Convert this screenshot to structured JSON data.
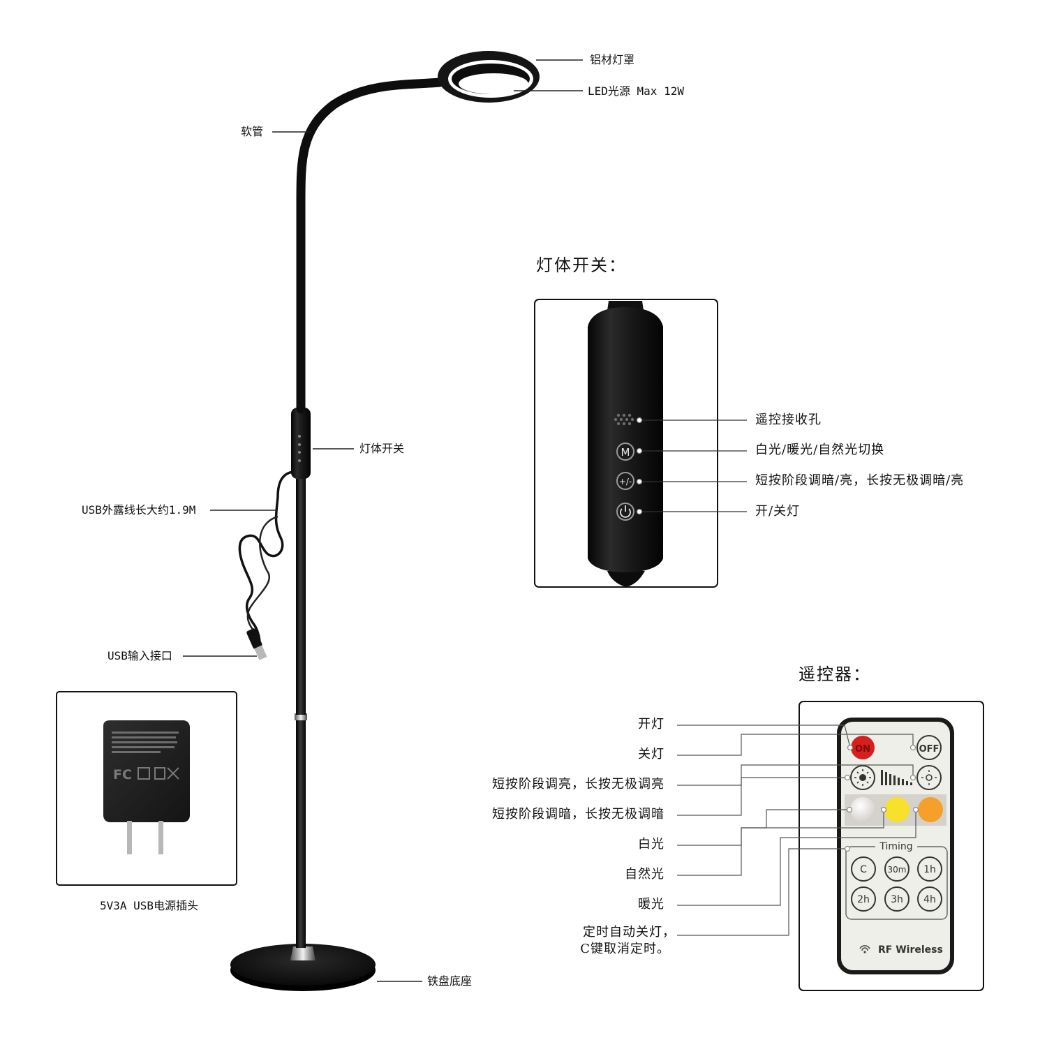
{
  "lamp": {
    "labels": {
      "shade": "铝材灯罩",
      "led": "LED光源  Max 12W",
      "hose": "软管",
      "switch": "灯体开关",
      "usb_cable": "USB外露线长大约1.9M",
      "usb_input": "USB输入接口",
      "base": "铁盘底座"
    }
  },
  "adapter": {
    "caption": "5V3A USB电源插头",
    "fc_mark": "FC"
  },
  "switch_panel": {
    "heading": "灯体开关：",
    "labels": {
      "receiver": "遥控接收孔",
      "mode": "白光/暖光/自然光切换",
      "dim": "短按阶段调暗/亮，长按无极调暗/亮",
      "power": "开/关灯"
    },
    "buttons": {
      "mode": "M",
      "dim": "+/-"
    }
  },
  "remote": {
    "heading": "遥控器：",
    "labels": {
      "on": "开灯",
      "off": "关灯",
      "brighter": "短按阶段调亮，长按无极调亮",
      "dimmer": "短按阶段调暗，长按无极调暗",
      "white": "白光",
      "natural": "自然光",
      "warm": "暖光",
      "timer_line1": "定时自动关灯，",
      "timer_line2": "C键取消定时。"
    },
    "buttons": {
      "on": "ON",
      "off": "OFF",
      "timing": "Timing",
      "c": "C",
      "t30": "30m",
      "t1h": "1h",
      "t2h": "2h",
      "t3h": "3h",
      "t4h": "4h"
    },
    "brand": "RF Wireless",
    "colors": {
      "on": "#d6201e",
      "white": "#e8e6e0",
      "natural": "#f7e12a",
      "warm": "#f5a02a"
    }
  }
}
